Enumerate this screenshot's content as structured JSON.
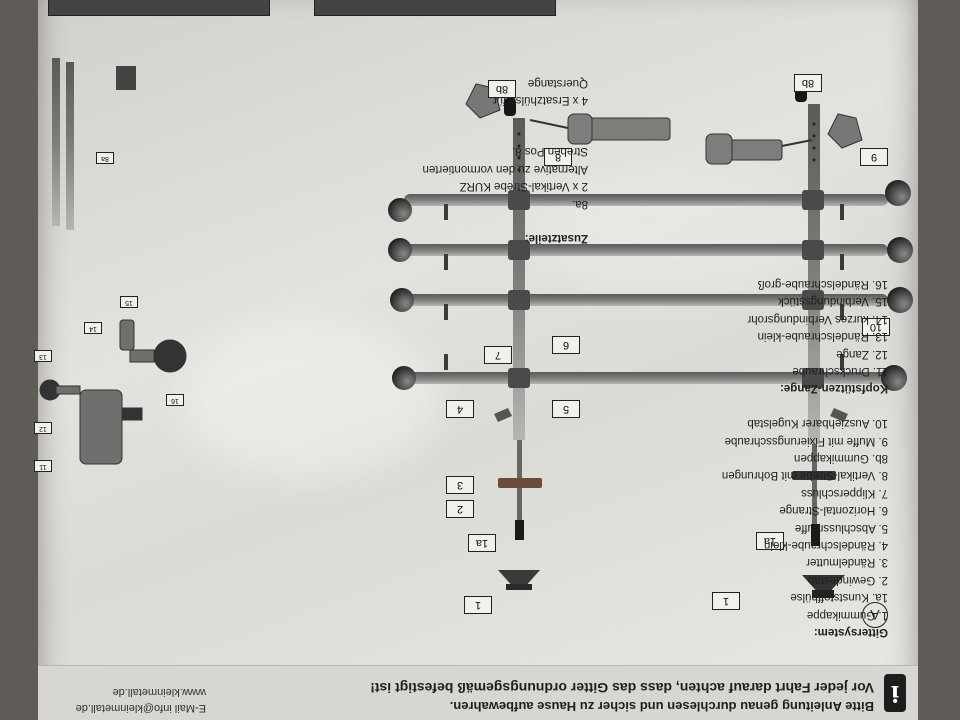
{
  "warning": {
    "icon": "info-icon",
    "line1": "Bitte Anleitung genau durchlesen und sicher zu Hause aufbewahren.",
    "line2": "Vor jeder Fahrt darauf achten, dass das Gitter ordnungsgemäß befestigt ist!"
  },
  "contact": {
    "email": "E-Mail info@kleinmetall.de",
    "web": "www.kleinmetall.de"
  },
  "section_marker": "A",
  "parts": {
    "heading": "Gittersystem:",
    "items": [
      "1. Gummikappe",
      "1a. Kunststoffhülse",
      "2. Gewindestab",
      "3. Rändelmutter",
      "4. Rändelschraube-klein",
      "5. Abschlussmuffe",
      "6. Horizontal-Strange",
      "7. Klipperschluss",
      "8. Vertikal-Strebe mit Bohrungen",
      "8b. Gummikappen",
      "9. Muffe mit Fixierungsschraube",
      "10. Ausziehbarer Kugelstab"
    ],
    "clamp_heading": "Kopfstützen-Zange:",
    "clamp_items": [
      "11. Druckschraube",
      "12. Zange",
      "13. Rändelschraube-klein",
      "14. kurzes Verbindungsrohr",
      "15. Verbindungsstück",
      "16. Rändelschraube-groß"
    ]
  },
  "extras": {
    "heading": "Zusatzteile:",
    "items": [
      "8a.",
      "2 x Vertikal-Strebe KURZ",
      "Alternative zu den vormontierten",
      "Streben Pos 8.",
      "",
      "4 x Ersatzhülse für",
      "Querstange"
    ]
  },
  "labels": {
    "l1": "1",
    "l1a": "1a",
    "l2": "2",
    "l3": "3",
    "l4": "4",
    "l5": "5",
    "l6": "6",
    "l7": "7",
    "l8": "8",
    "l8b": "8b",
    "l9": "9",
    "l10": "10",
    "l11": "11",
    "l12": "12",
    "l13": "13",
    "l14": "14",
    "l15": "15",
    "l16": "16",
    "l8a": "8a"
  },
  "colors": {
    "paper": "#e4e2dd",
    "metal": "#8d8d8b",
    "dark": "#2b2b2b",
    "warning_bg": "#d8d6d1"
  }
}
